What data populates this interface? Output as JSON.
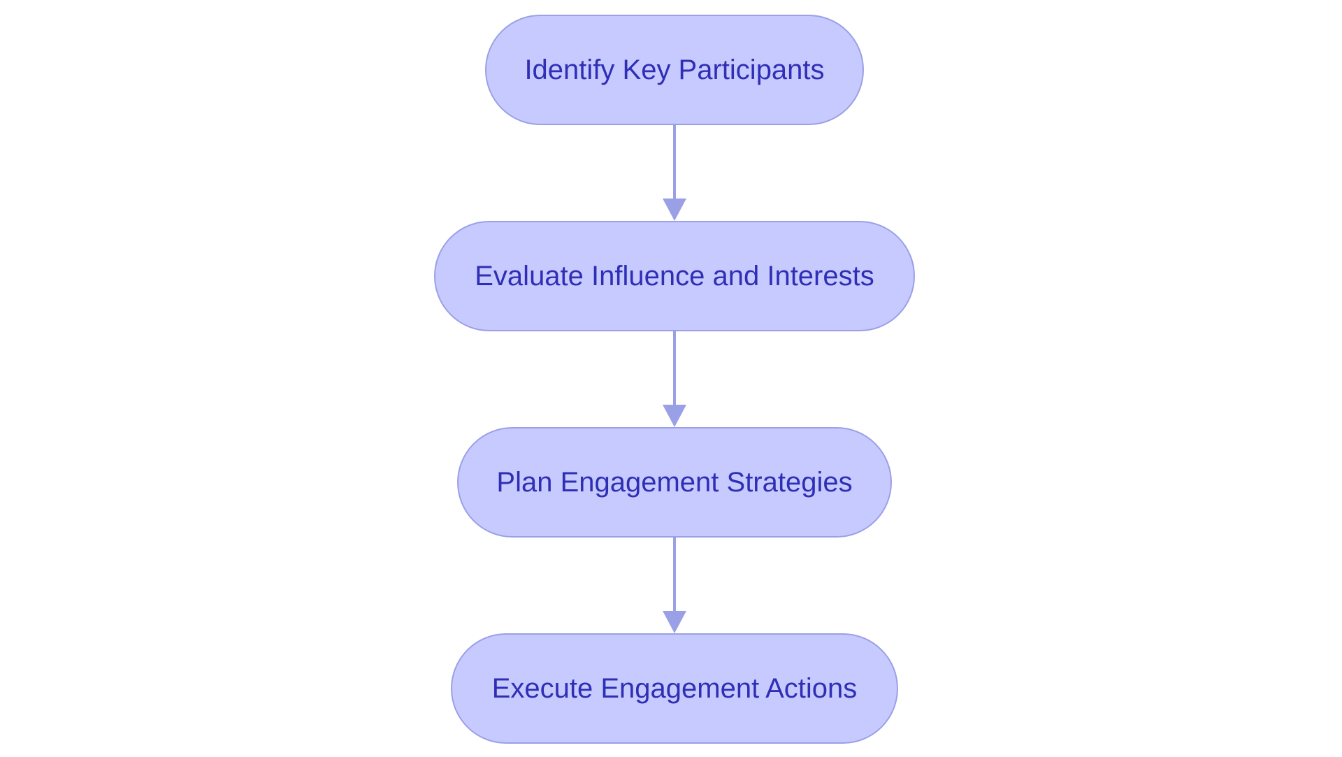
{
  "diagram": {
    "colors": {
      "node_fill": "#c7caff",
      "node_border": "#9aa0e6",
      "text": "#2f2fb5",
      "edge": "#9aa0e6"
    },
    "nodes": [
      {
        "id": "n1",
        "label": "Identify Key Participants"
      },
      {
        "id": "n2",
        "label": "Evaluate Influence and Interests"
      },
      {
        "id": "n3",
        "label": "Plan Engagement Strategies"
      },
      {
        "id": "n4",
        "label": "Execute Engagement Actions"
      }
    ],
    "edges": [
      {
        "from": "n1",
        "to": "n2"
      },
      {
        "from": "n2",
        "to": "n3"
      },
      {
        "from": "n3",
        "to": "n4"
      }
    ]
  }
}
